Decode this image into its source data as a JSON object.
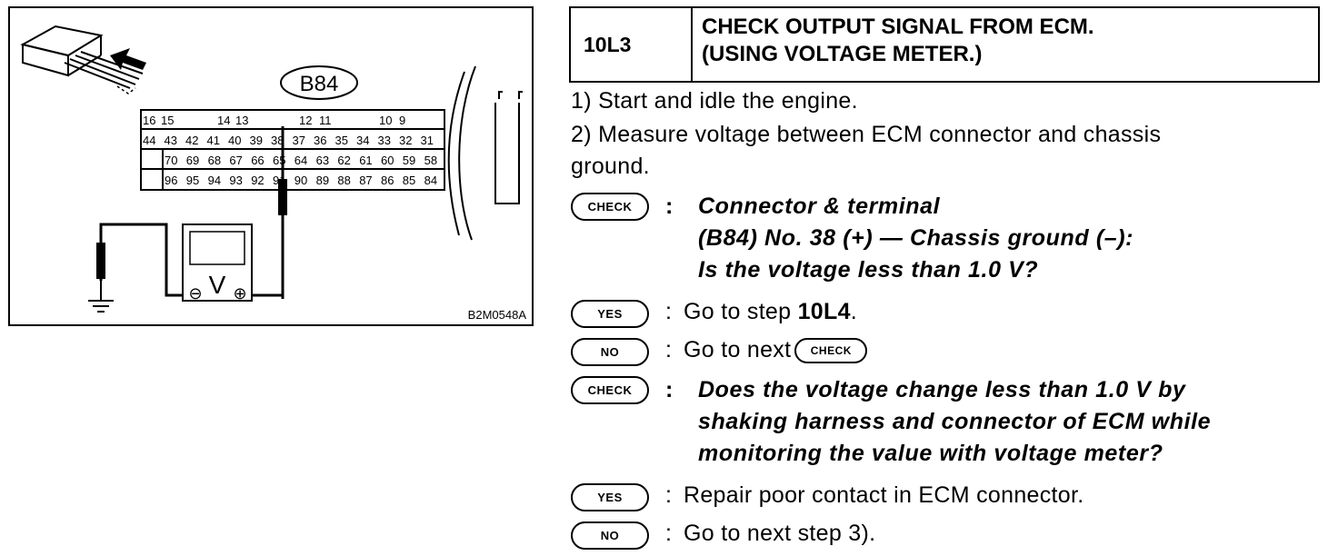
{
  "diagram": {
    "connector_label": "B84",
    "figure_id": "B2M0548A",
    "row1": [
      "16",
      "15",
      "14",
      "13",
      "12",
      "11",
      "10",
      "9"
    ],
    "row2": [
      "44",
      "43",
      "42",
      "41",
      "40",
      "39",
      "38",
      "37",
      "36",
      "35",
      "34",
      "33",
      "32",
      "31"
    ],
    "row3": [
      "70",
      "69",
      "68",
      "67",
      "66",
      "65",
      "64",
      "63",
      "62",
      "61",
      "60",
      "59",
      "58"
    ],
    "row4": [
      "96",
      "95",
      "94",
      "93",
      "92",
      "91",
      "90",
      "89",
      "88",
      "87",
      "86",
      "85",
      "84"
    ],
    "meter_symbol": "V",
    "neg_symbol": "⊖",
    "pos_symbol": "⊕"
  },
  "step": {
    "id": "10L3",
    "title_line1": "CHECK OUTPUT SIGNAL FROM ECM.",
    "title_line2": "(USING VOLTAGE METER.)"
  },
  "instructions": {
    "line1": "1)  Start and idle the engine.",
    "line2": "2)  Measure voltage between ECM connector and chassis",
    "line3": "ground."
  },
  "badges": {
    "check": "CHECK",
    "yes": "YES",
    "no": "NO"
  },
  "check1": {
    "line1": "Connector & terminal",
    "line2": "(B84) No. 38 (+) — Chassis ground (–):",
    "line3": "Is the voltage less than 1.0 V?"
  },
  "yes1": {
    "prefix": "Go to step ",
    "bold": "10L4",
    "suffix": "."
  },
  "no1": {
    "text": "Go to next"
  },
  "check2": {
    "line1": "Does the voltage change less than 1.0 V by",
    "line2": "shaking harness and connector of ECM while",
    "line3": "monitoring the value with voltage meter?"
  },
  "yes2": {
    "text": "Repair poor contact in ECM connector."
  },
  "no2": {
    "text": "Go to next step 3)."
  },
  "colon": ":"
}
